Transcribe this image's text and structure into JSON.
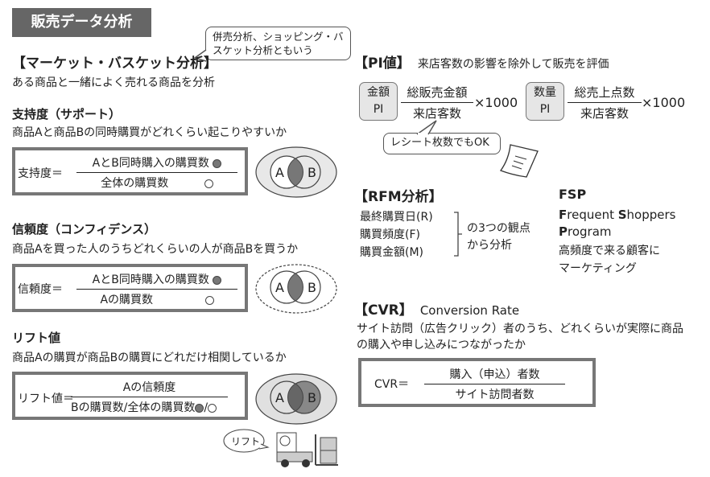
{
  "title": "販売データ分析",
  "callout": {
    "line1": "併売分析、ショッピング・バ",
    "line2": "スケット分析ともいう"
  },
  "mba": {
    "heading": "【マーケット・バスケット分析】",
    "desc": "ある商品と一緒によく売れる商品を分析"
  },
  "support": {
    "heading": "支持度（サポート）",
    "desc": "商品Aと商品Bの同時購買がどれくらい起こりやすいか",
    "label": "支持度＝",
    "numerator": "AとB同時購入の購買数",
    "denominator": "全体の購買数"
  },
  "confidence": {
    "heading": "信頼度（コンフィデンス）",
    "desc": "商品Aを買った人のうちどれくらいの人が商品Bを買うか",
    "label": "信頼度＝",
    "numerator": "AとB同時購入の購買数",
    "denominator": "Aの購買数"
  },
  "lift": {
    "heading": "リフト値",
    "desc": "商品Aの購買が商品Bの購買にどれだけ相関しているか",
    "label": "リフト値＝",
    "numerator": "Aの信頼度",
    "denominator": "Bの購買数/全体の購買数",
    "slash": "/",
    "bubble": "リフト"
  },
  "venn": {
    "a": "A",
    "b": "B"
  },
  "pi": {
    "heading": "【PI値】",
    "desc": "来店客数の影響を除外して販売を評価",
    "amount": {
      "line1": "金額",
      "line2": "PI",
      "numerator": "総販売金額",
      "denominator": "来店客数",
      "mult": "×1000"
    },
    "qty": {
      "line1": "数量",
      "line2": "PI",
      "numerator": "総売上点数",
      "denominator": "来店客数",
      "mult": "×1000"
    },
    "bubble": "レシート枚数でもOK",
    "receipt": "レシート"
  },
  "rfm": {
    "heading": "【RFM分析】",
    "items": [
      "最終購買日(R)",
      "購買頻度(F)",
      "購買金額(M)"
    ],
    "note1": "の3つの観点",
    "note2": "から分析"
  },
  "fsp": {
    "heading": "FSP",
    "f": "F",
    "rest1": "requent ",
    "s": "S",
    "rest2": "hoppers",
    "p": "P",
    "rest3": "rogram",
    "desc1": "高頻度で来る顧客に",
    "desc2": "マーケティング"
  },
  "cvr": {
    "heading": "【CVR】",
    "sub": "Conversion Rate",
    "desc1": "サイト訪問（広告クリック）者のうち、どれくらいが実際に商品",
    "desc2": "の購入や申し込みにつながったか",
    "label": "CVR＝",
    "numerator": "購入（申込）者数",
    "denominator": "サイト訪問者数"
  }
}
